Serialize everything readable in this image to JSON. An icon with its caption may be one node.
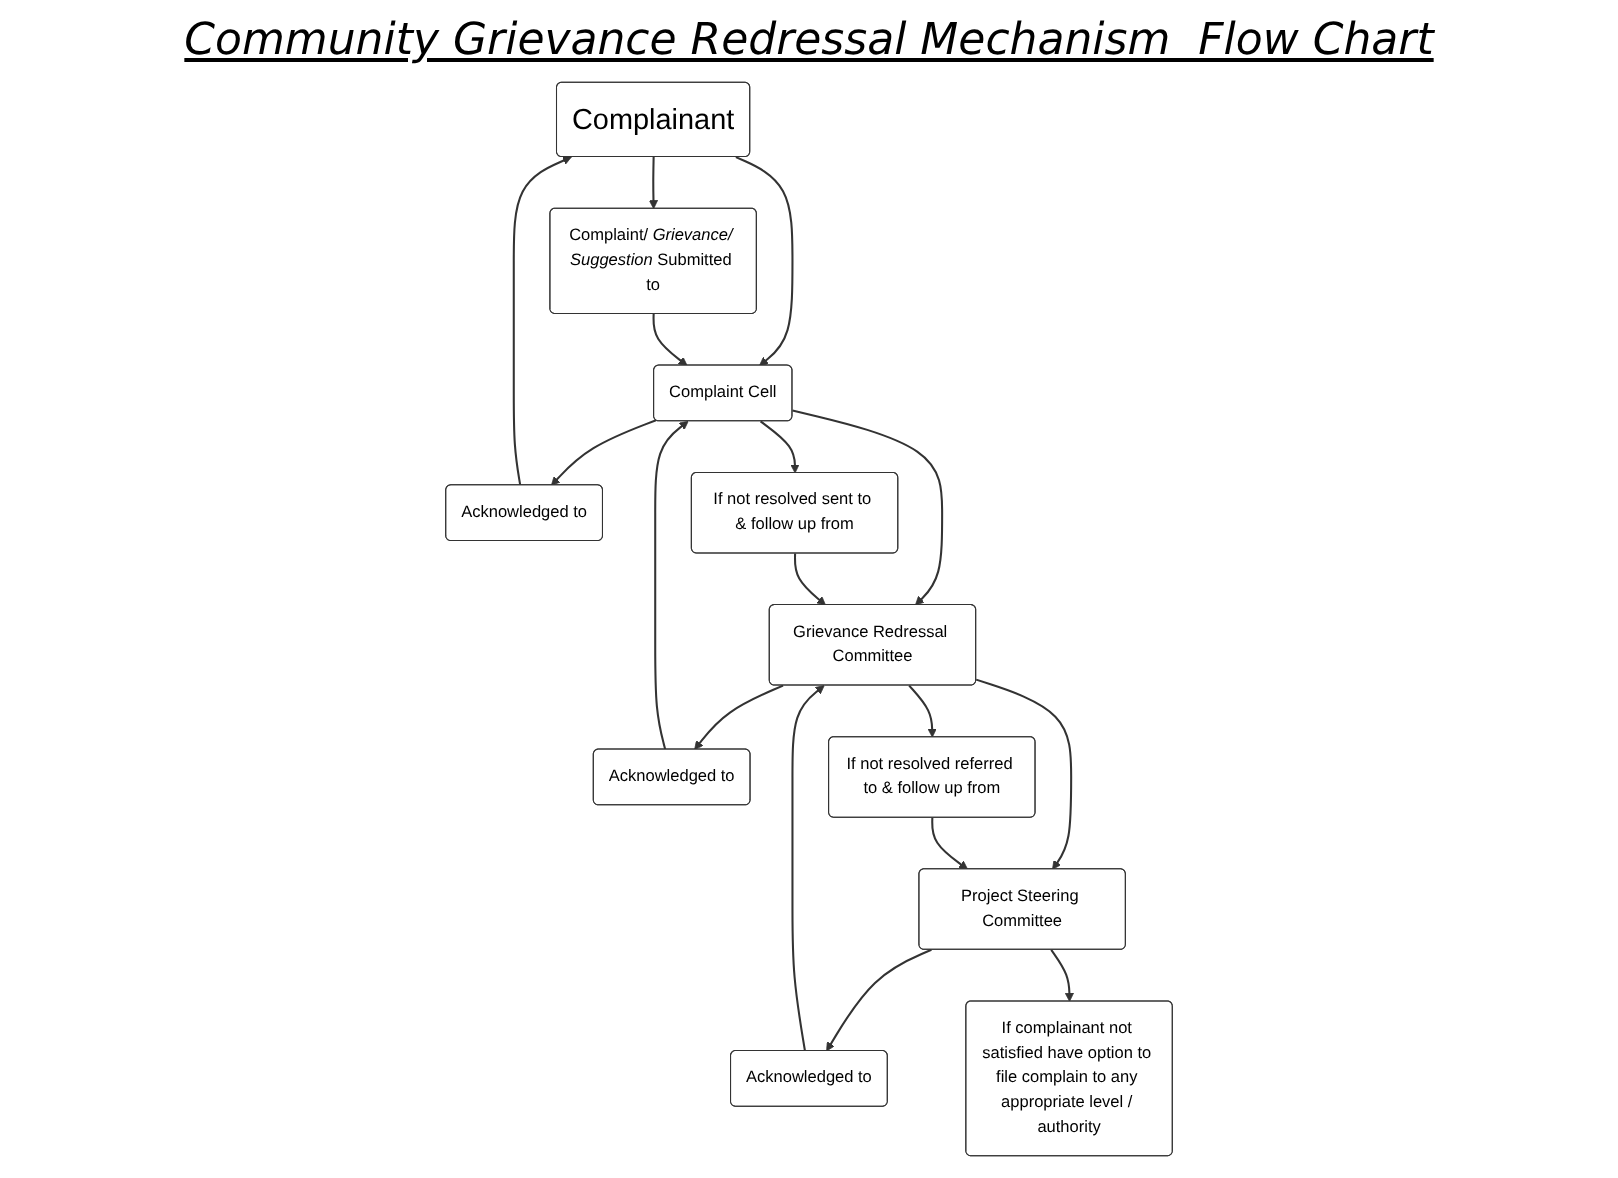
{
  "diagram": {
    "title": "Community Grievance Redressal Mechanism  Flow Chart",
    "nodes": [
      {
        "text": [
          "Complainant"
        ]
      },
      {
        "text": [
          "Acknowledged to"
        ]
      },
      {
        "text": [
          "Complaint/ *Grievance/ Suggestion* Submitted to"
        ]
      },
      {
        "text": [
          "Complaint Cell"
        ]
      },
      {
        "text": [
          "If not resolved sent to & follow up from"
        ]
      },
      {
        "text": [
          "Acknowledged to"
        ]
      },
      {
        "text": [
          "Grievance Redressal Committee"
        ]
      },
      {
        "text": [
          "If not resolved referred to & follow up from"
        ]
      },
      {
        "text": [
          "Acknowledged to"
        ]
      },
      {
        "text": [
          "Project Steering Committee"
        ]
      },
      {
        "text": [
          "If complainant not satisfied have option to file complain to any appropriate level / authority"
        ]
      }
    ],
    "edges": [
      {
        "from": 1,
        "to": 0,
        "arrow": "to"
      },
      {
        "from": 0,
        "to": 2,
        "arrow": "to"
      },
      {
        "from": 0,
        "to": 3,
        "arrow": "to"
      },
      {
        "from": 2,
        "to": 3,
        "arrow": "to"
      },
      {
        "from": 3,
        "to": 1,
        "arrow": "to"
      },
      {
        "from": 3,
        "to": 4,
        "arrow": "to"
      },
      {
        "from": 3,
        "to": 6,
        "arrow": "to"
      },
      {
        "from": 5,
        "to": 3,
        "arrow": "to"
      },
      {
        "from": 6,
        "to": 5,
        "arrow": "to"
      },
      {
        "from": 4,
        "to": 6,
        "arrow": "to"
      },
      {
        "from": 6,
        "to": 7,
        "arrow": "to"
      },
      {
        "from": 6,
        "to": 9,
        "arrow": "to"
      },
      {
        "from": 8,
        "to": 6,
        "arrow": "to"
      },
      {
        "from": 9,
        "to": 8,
        "arrow": "to"
      },
      {
        "from": 7,
        "to": 9,
        "arrow": "to"
      },
      {
        "from": 9,
        "to": 10,
        "arrow": "to"
      }
    ]
  }
}
